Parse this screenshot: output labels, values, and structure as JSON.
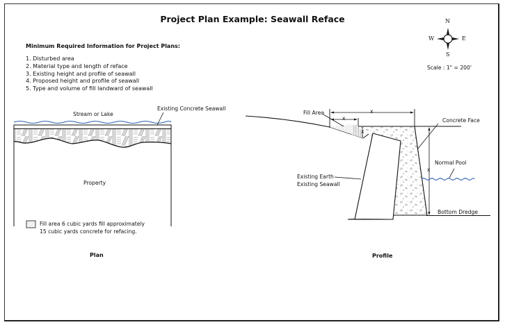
{
  "title": "Project Plan Example:  Seawall Reface",
  "requirements": {
    "heading": "Minimum Required Information for Project Plans:",
    "items": [
      "1.  Disturbed area",
      "2.  Material type and length of reface",
      "3.  Existing height and profile of seawall",
      "4.  Proposed height and profile of seawall",
      "5.  Type and volume of fill landward of seawall"
    ]
  },
  "compass": {
    "north": "N",
    "south": "S",
    "east": "E",
    "west": "W",
    "scale": "Scale : 1\" = 200'"
  },
  "plan": {
    "water_label": "Stream or Lake",
    "seawall_label": "Existing Concrete Seawall",
    "property_label": "Property",
    "legend_line1": "Fill area 6 cubic yards fill approximately",
    "legend_line2": "15 cubic yards concrete for refacing.",
    "caption": "Plan"
  },
  "profile": {
    "fill_area_label": "Fill Area",
    "concrete_face_label": "Concrete Face",
    "normal_pool_label": "Normal Pool",
    "existing_earth_label": "Existing Earth",
    "existing_seawall_label": "Existing Seawall",
    "bottom_dredge_label": "Bottom Dredge",
    "dimension_label": "x",
    "caption": "Profile"
  },
  "colors": {
    "water": "#2a62b0",
    "line": "#111111"
  }
}
